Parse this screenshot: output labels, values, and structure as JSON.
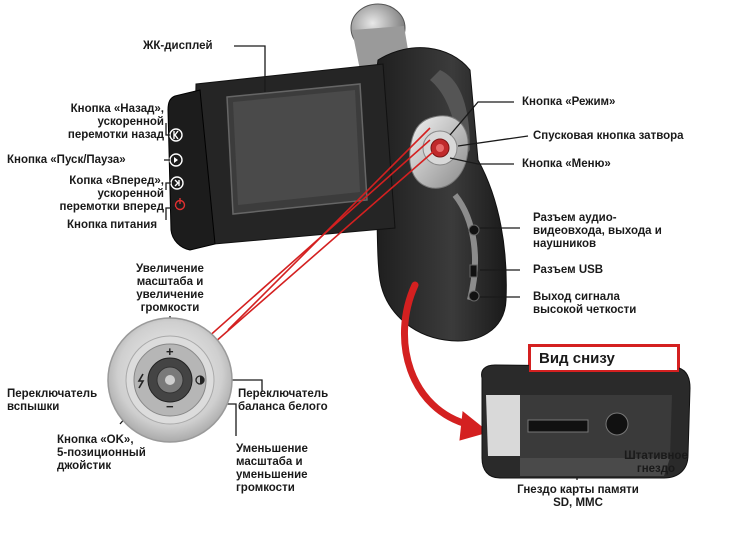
{
  "labels": {
    "lcd": "ЖК-дисплей",
    "back_btn": [
      "Кнопка «Назад»,",
      "ускоренной",
      "перемотки назад"
    ],
    "play_btn": "Кнопка «Пуск/Пауза»",
    "forward_btn": [
      "Копка «Вперед»,",
      "ускоренной",
      "перемотки вперед"
    ],
    "power_btn": "Кнопка питания",
    "mode_btn": "Кнопка «Режим»",
    "shutter_btn": "Спусковая кнопка затвора",
    "menu_btn": "Кнопка «Меню»",
    "av_jack": [
      "Разъем аудио-",
      "видеовхода, выхода и",
      "наушников"
    ],
    "usb": "Разъем USB",
    "hd_out": [
      "Выход сигнала",
      "высокой четкости"
    ],
    "zoom_in": [
      "Увеличение",
      "масштаба и",
      "увеличение",
      "громкости"
    ],
    "flash": [
      "Переключатель",
      "вспышки"
    ],
    "wb": [
      "Переключатель",
      "баланса белого"
    ],
    "ok_btn": [
      "Кнопка «OK»,",
      "5-позиционный",
      "джойстик"
    ],
    "zoom_out": [
      "Уменьшение",
      "масштаба и",
      "уменьшение",
      "громкости"
    ],
    "bottom_view": "Вид снизу",
    "tripod": [
      "Штативное",
      "гнездо"
    ],
    "card_slot": [
      "Гнездо карты памяти",
      "SD, MMC"
    ]
  },
  "colors": {
    "accent_red": "#d42020",
    "body_dark": "#2a2a2a",
    "silver": "#c9c9c9",
    "text": "#1a1a1a"
  },
  "icons": {
    "back": "skip-back-icon",
    "play": "play-pause-icon",
    "forward": "skip-forward-icon",
    "power": "power-icon",
    "flash": "flash-icon",
    "wb": "white-balance-icon"
  }
}
